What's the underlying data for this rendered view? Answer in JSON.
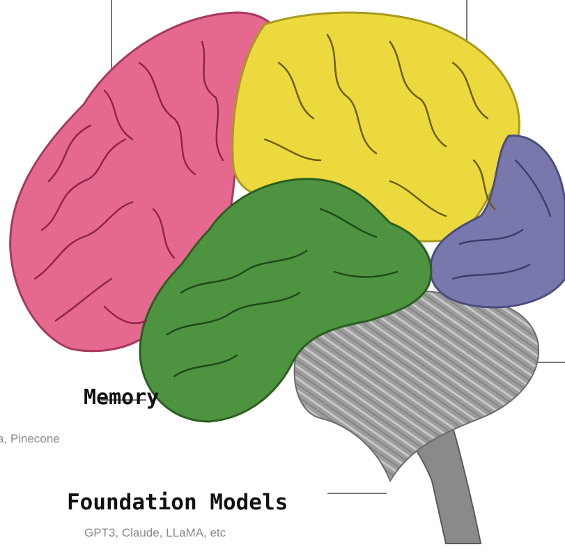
{
  "labels": {
    "memory": {
      "title": "Memory",
      "subtitle": "a, Pinecone"
    },
    "foundation_models": {
      "title": "Foundation Models",
      "subtitle": "GPT3, Claude, LLaMA, etc"
    }
  },
  "regions": [
    {
      "name": "frontal-lobe",
      "color": "#e5698f"
    },
    {
      "name": "parietal-lobe",
      "color": "#ecd93e"
    },
    {
      "name": "occipital-lobe",
      "color": "#7878ad"
    },
    {
      "name": "temporal-lobe",
      "color": "#4d9340"
    },
    {
      "name": "cerebellum",
      "color": "#9b9b9b"
    },
    {
      "name": "brain-stem",
      "color": "#8a8a8a"
    }
  ],
  "line_color": "#777777"
}
